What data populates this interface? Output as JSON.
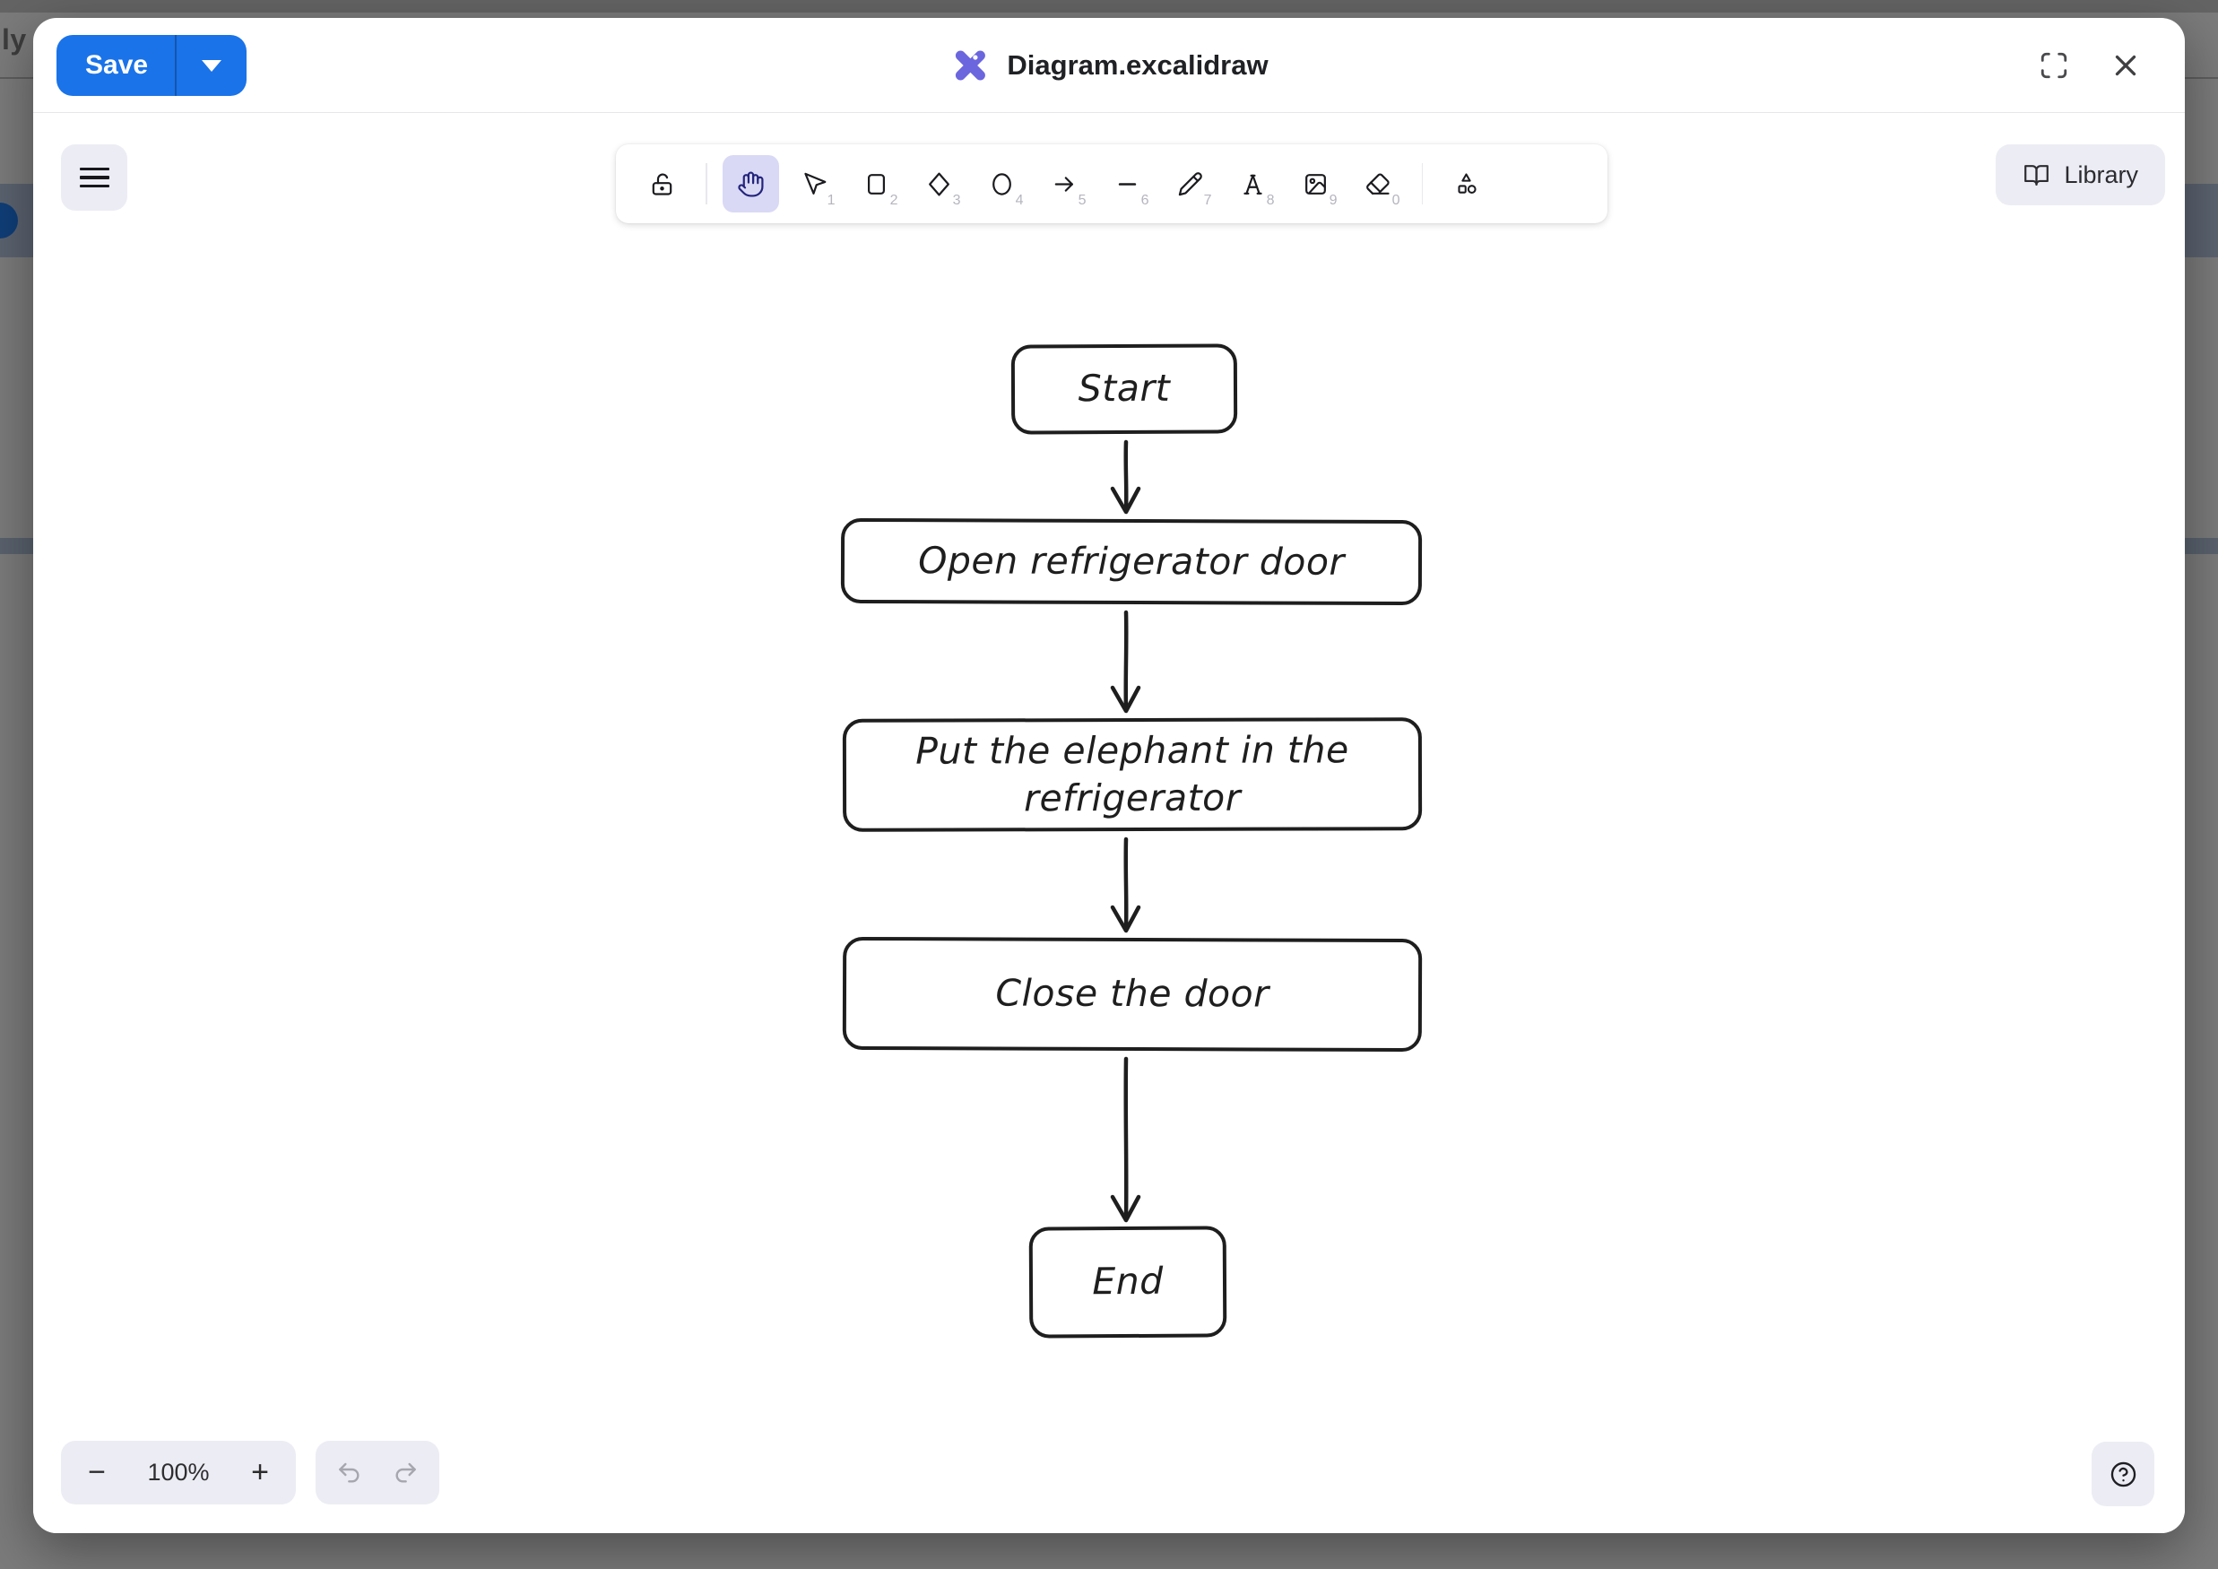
{
  "background": {
    "partial_text": "ly F"
  },
  "modal": {
    "header": {
      "save_label": "Save",
      "title": "Diagram.excalidraw"
    },
    "toolbar": {
      "tools": [
        {
          "name": "lock",
          "shortcut": "",
          "selected": false
        },
        {
          "name": "hand",
          "shortcut": "",
          "selected": true
        },
        {
          "name": "selection",
          "shortcut": "1",
          "selected": false
        },
        {
          "name": "rectangle",
          "shortcut": "2",
          "selected": false
        },
        {
          "name": "diamond",
          "shortcut": "3",
          "selected": false
        },
        {
          "name": "ellipse",
          "shortcut": "4",
          "selected": false
        },
        {
          "name": "arrow",
          "shortcut": "5",
          "selected": false
        },
        {
          "name": "line",
          "shortcut": "6",
          "selected": false
        },
        {
          "name": "draw",
          "shortcut": "7",
          "selected": false
        },
        {
          "name": "text",
          "shortcut": "8",
          "selected": false
        },
        {
          "name": "image",
          "shortcut": "9",
          "selected": false
        },
        {
          "name": "eraser",
          "shortcut": "0",
          "selected": false
        },
        {
          "name": "more-shapes",
          "shortcut": "",
          "selected": false
        }
      ],
      "library_label": "Library"
    },
    "canvas": {
      "nodes": [
        {
          "id": "start",
          "label": "Start"
        },
        {
          "id": "open",
          "label": "Open refrigerator door"
        },
        {
          "id": "put",
          "label": "Put the elephant in the refrigerator"
        },
        {
          "id": "close",
          "label": "Close the door"
        },
        {
          "id": "end",
          "label": "End"
        }
      ],
      "edges": [
        {
          "from": "start",
          "to": "open"
        },
        {
          "from": "open",
          "to": "put"
        },
        {
          "from": "put",
          "to": "close"
        },
        {
          "from": "close",
          "to": "end"
        }
      ]
    },
    "footer": {
      "zoom_out_label": "−",
      "zoom_level": "100%",
      "zoom_in_label": "+"
    }
  },
  "colors": {
    "accent_blue": "#1a73e8",
    "logo_purple": "#6b66dd",
    "selected_tool_bg": "#d9d9f6",
    "island_bg": "#ececf4",
    "diagram_stroke": "#1e1e1e",
    "overlay_gray": "#7b7b7b"
  }
}
